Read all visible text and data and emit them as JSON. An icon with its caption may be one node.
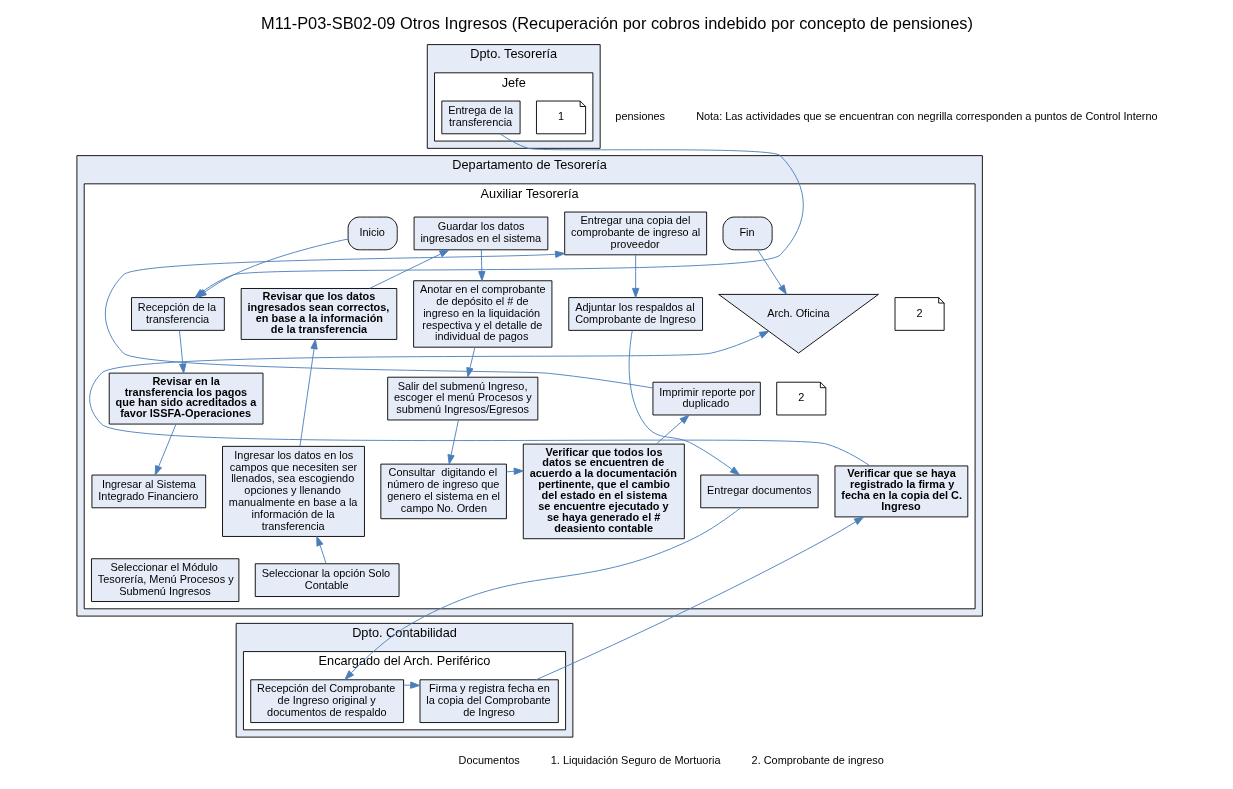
{
  "diagram": {
    "title": "M11-P03-SB02-09 Otros Ingresos (Recuperación por cobros indebido por concepto de pensiones)",
    "nodes": [
      {
        "text": [
          "Dpto. Tesorería"
        ]
      },
      {
        "text": [
          "Jefe"
        ],
        "in": 0
      },
      {
        "text": [
          "Entrega de la transferencia"
        ],
        "in": 1,
        "beside": [
          "1"
        ]
      },
      {
        "text": [
          "Departamento de Tesorería"
        ]
      },
      {
        "text": [
          "Auxiliar Tesorería"
        ],
        "in": 3
      },
      {
        "text": [
          "Inicio"
        ],
        "in": 4
      },
      {
        "text": [
          "Recepción de la transferencia"
        ],
        "in": 4
      },
      {
        "text": [
          "Revisar en la transferencia los pagos que han sido acreditados a favor ISSFA-Operaciones"
        ],
        "in": 4
      },
      {
        "text": [
          "Ingresar al Sistema Integrado Financiero"
        ],
        "in": 4
      },
      {
        "text": [
          "Seleccionar el Módulo Tesorería, Menú Procesos y Submenú Ingresos"
        ],
        "in": 4
      },
      {
        "text": [
          "Seleccionar la opción Solo Contable"
        ],
        "in": 4
      },
      {
        "text": [
          "Ingresar los datos en los campos que necesiten ser llenados, sea escogiendo opciones y llenando manualmente en base a la información de la transferencia"
        ],
        "in": 4
      },
      {
        "text": [
          "Revisar que los datos ingresados sean correctos, en base a la información de la transferencia"
        ],
        "in": 4
      },
      {
        "text": [
          "Guardar los datos ingresados en el sistema"
        ],
        "in": 4
      },
      {
        "text": [
          "Anotar en el comprobante de depósito el # de ingreso en la liquidación respectiva y el detalle de individual de pagos"
        ],
        "in": 4
      },
      {
        "text": [
          "Salir del submenú Ingreso, escoger el menú Procesos y submenú Ingresos/Egresos"
        ],
        "in": 4
      },
      {
        "text": [
          "Consultar  digitando el número de ingreso que genero el sistema en el campo No. Orden"
        ],
        "in": 4
      },
      {
        "text": [
          "Verificar que todos los datos se encuentren de acuerdo a la documentación pertinente, que el cambio del estado en el sistema  se encuentre ejecutado y se haya generado el # deasiento contable"
        ],
        "in": 4
      },
      {
        "text": [
          "Imprimir reporte por duplicado"
        ],
        "in": 4,
        "beside": [
          "2"
        ]
      },
      {
        "text": [
          "Entregar una copia del comprobante de ingreso al proveedor"
        ],
        "in": 4
      },
      {
        "text": [
          "Adjuntar los respaldos al Comprobante de Ingreso"
        ],
        "in": 4
      },
      {
        "text": [
          "Entregar documentos"
        ],
        "in": 4
      },
      {
        "text": [
          "Fin"
        ],
        "in": 4
      },
      {
        "text": [
          "Arch. Oficina"
        ],
        "in": 4,
        "beside": [
          "2"
        ]
      },
      {
        "text": [
          "Verificar que se haya registrado la firma y fecha en la copia del C. Ingreso"
        ],
        "in": 4
      },
      {
        "text": [
          "Dpto. Contabilidad"
        ]
      },
      {
        "text": [
          "Encargado del Arch. Periférico"
        ],
        "in": 25
      },
      {
        "text": [
          "Recepción del Comprobante de Ingreso original y  documentos de respaldo"
        ],
        "in": 26
      },
      {
        "text": [
          "Firma y registra fecha en la copia del Comprobante de Ingreso"
        ],
        "in": 26
      }
    ],
    "edges": [
      {
        "from": 2,
        "to": 6,
        "arrow": "to"
      },
      {
        "from": 5,
        "to": 6,
        "arrow": "to"
      },
      {
        "from": 6,
        "to": 7,
        "arrow": "to"
      },
      {
        "from": 7,
        "to": 8,
        "arrow": "to"
      },
      {
        "from": 10,
        "to": 11,
        "arrow": "to"
      },
      {
        "from": 11,
        "to": 12,
        "arrow": "to"
      },
      {
        "from": 12,
        "to": 13,
        "arrow": "to"
      },
      {
        "from": 13,
        "to": 14,
        "arrow": "to"
      },
      {
        "from": 14,
        "to": 15,
        "arrow": "to"
      },
      {
        "from": 15,
        "to": 16,
        "arrow": "to"
      },
      {
        "from": 16,
        "to": 17,
        "arrow": "to"
      },
      {
        "from": 17,
        "to": 18,
        "arrow": "to"
      },
      {
        "from": 18,
        "to": 19,
        "arrow": "to"
      },
      {
        "from": 19,
        "to": 20,
        "arrow": "to"
      },
      {
        "from": 20,
        "to": 21,
        "arrow": "to"
      },
      {
        "from": 21,
        "to": 27,
        "arrow": "to"
      },
      {
        "from": 27,
        "to": 28,
        "arrow": "to"
      },
      {
        "from": 28,
        "to": 24,
        "arrow": "to"
      },
      {
        "from": 24,
        "to": 23,
        "arrow": "to"
      },
      {
        "from": 22,
        "to": 23,
        "arrow": "to"
      }
    ],
    "labels": [
      "pensiones",
      "Nota: Las actividades que se encuentran con negrilla corresponden a puntos de Control Interno",
      "Documentos",
      "1. Liquidación Seguro de Mortuoria",
      "2. Comprobante de ingreso"
    ]
  }
}
